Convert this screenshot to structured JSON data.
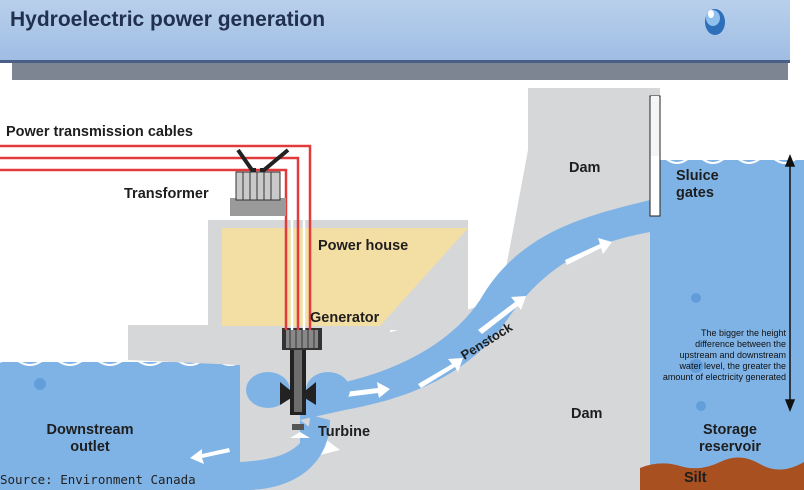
{
  "title": "Hydroelectric power generation",
  "labels": {
    "power_cables": "Power transmission cables",
    "transformer": "Transformer",
    "power_house": "Power house",
    "generator": "Generator",
    "turbine": "Turbine",
    "penstock": "Penstock",
    "dam_top": "Dam",
    "dam_bottom": "Dam",
    "sluice_gates": "Sluice gates",
    "downstream_outlet": "Downstream outlet",
    "storage_reservoir": "Storage reservoir",
    "silt": "Silt"
  },
  "note": "The bigger the height difference between the upstream and downstream water level, the greater the amount of electricity generated",
  "source": "Source: Environment Canada",
  "colors": {
    "water": "#7fb3e6",
    "dam": "#d6d7d9",
    "power_house": "#f3dea4",
    "cable": "#e23b3b",
    "title_bg": "#b9d0ec",
    "silt": "#a8501f"
  }
}
